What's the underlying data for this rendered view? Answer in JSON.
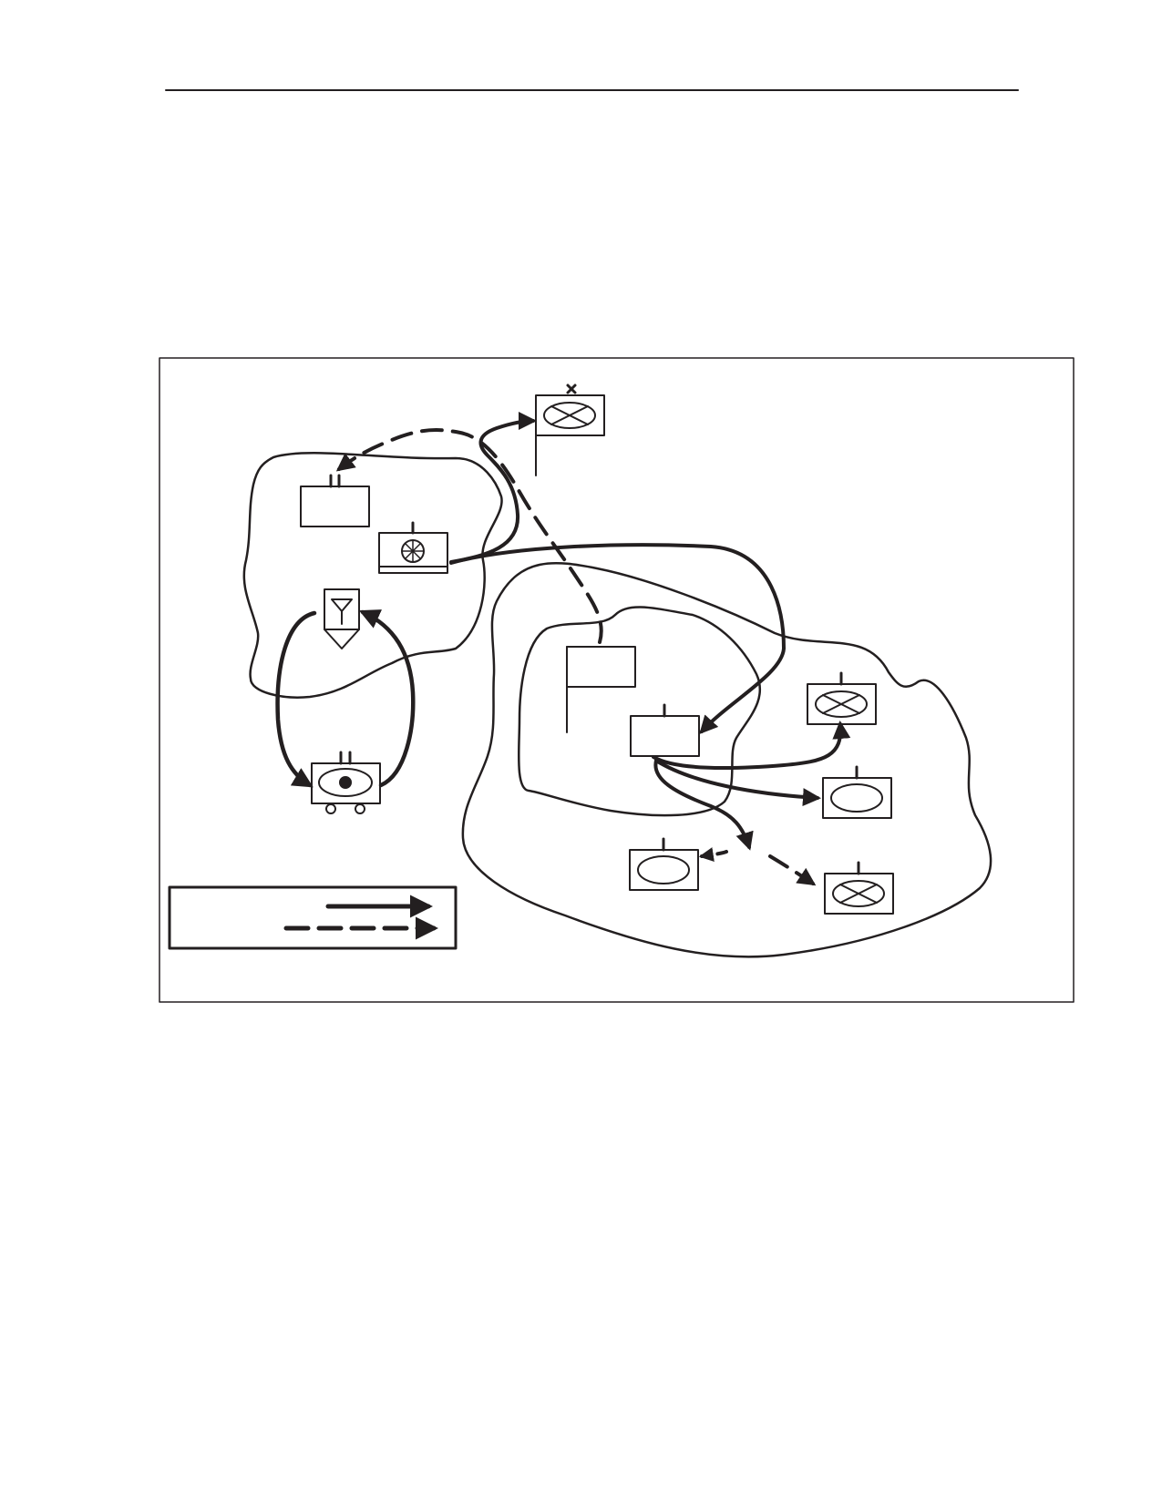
{
  "page": {
    "rule": "header-rule",
    "figure": "diagram-frame"
  },
  "colors": {
    "ink": "#231f20",
    "paper": "#ffffff"
  },
  "symbols": [
    "observation-post-symbol",
    "unit-symbol",
    "engineer-unit-symbol",
    "radio-unit-symbol",
    "tracked-radar-symbol",
    "command-post-flag-symbol",
    "infantry-unit-symbol",
    "signal-unit-symbol"
  ],
  "legend": {
    "items": [
      "solid-arrow-icon",
      "dashed-arrow-icon"
    ]
  }
}
